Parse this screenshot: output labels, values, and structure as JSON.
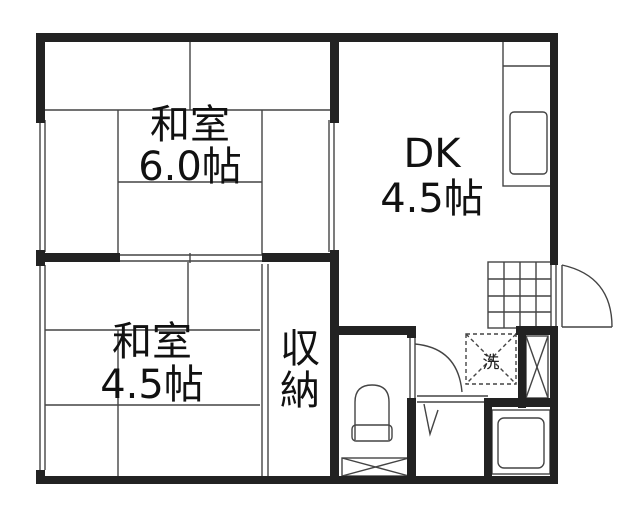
{
  "colors": {
    "wall": "#222222",
    "line": "#444444",
    "background": "#ffffff"
  },
  "rooms": {
    "washitsu_upper": {
      "name": "和室",
      "size": "6.0帖"
    },
    "washitsu_lower": {
      "name": "和室",
      "size": "4.5帖"
    },
    "dk": {
      "name": "DK",
      "size": "4.5帖"
    },
    "storage": {
      "line1": "収",
      "line2": "納"
    }
  },
  "fixtures": {
    "washer_mark": "洗"
  }
}
